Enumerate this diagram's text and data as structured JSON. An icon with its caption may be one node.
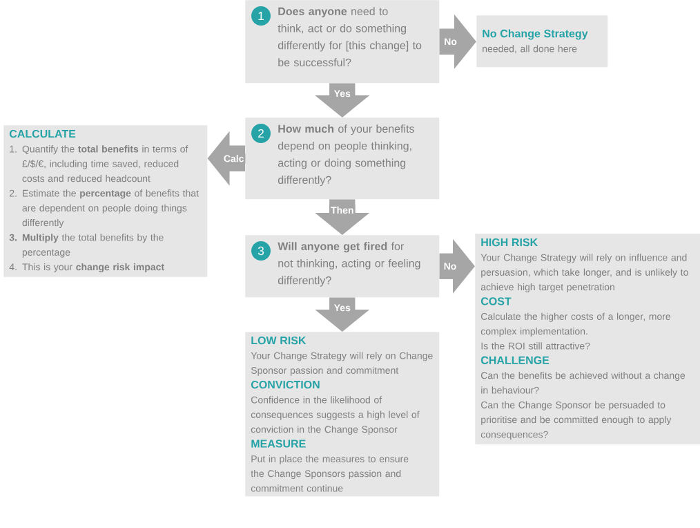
{
  "diagram": {
    "nodes": [
      {
        "text": [
          "1",
          "**Does anyone** need to think, act or do something differently for [this change] to be successful?"
        ]
      },
      {
        "text": [
          "No Change Strategy",
          "needed, all done here"
        ]
      },
      {
        "text": [
          "2",
          "**How much** of your benefits depend on people thinking, acting or doing something differently?"
        ]
      },
      {
        "text": [
          "CALCULATE",
          "1. Quantify the **total benefits** in terms of £/$/€, including time saved, reduced costs and reduced headcount",
          "2. Estimate the **percentage** of benefits that are dependent on people doing things differently",
          "**3. Multiply** the total benefits by the percentage",
          "4. This is your **change risk impact**"
        ]
      },
      {
        "text": [
          "3",
          "**Will anyone get fired** for not thinking, acting or feeling differently?"
        ]
      },
      {
        "text": [
          "HIGH RISK",
          "Your Change Strategy will rely on influence and persuasion, which take longer, and is unlikely to achieve high target penetration",
          "COST",
          "Calculate the higher costs of a longer, more complex implementation.",
          "Is the ROI still attractive?",
          "CHALLENGE",
          "Can the benefits be achieved without a change in behaviour?",
          "Can the Change Sponsor be persuaded to prioritise and be committed enough to apply consequences?"
        ]
      },
      {
        "text": [
          "LOW RISK",
          "Your Change Strategy will rely on Change Sponsor passion and commitment",
          "CONVICTION",
          "Confidence in the likelihood of consequences suggests a high level of conviction in the Change Sponsor",
          "MEASURE",
          "Put in place the measures to ensure the Change Sponsors passion and commitment continue"
        ]
      }
    ],
    "edges": [
      {
        "from": 0,
        "to": 1,
        "arrow": "to",
        "label": "No"
      },
      {
        "from": 0,
        "to": 2,
        "arrow": "to",
        "label": "Yes"
      },
      {
        "from": 2,
        "to": 3,
        "arrow": "to",
        "label": "Calc"
      },
      {
        "from": 2,
        "to": 4,
        "arrow": "to",
        "label": "Then"
      },
      {
        "from": 4,
        "to": 5,
        "arrow": "to",
        "label": "No"
      },
      {
        "from": 4,
        "to": 6,
        "arrow": "to",
        "label": "Yes"
      }
    ]
  }
}
